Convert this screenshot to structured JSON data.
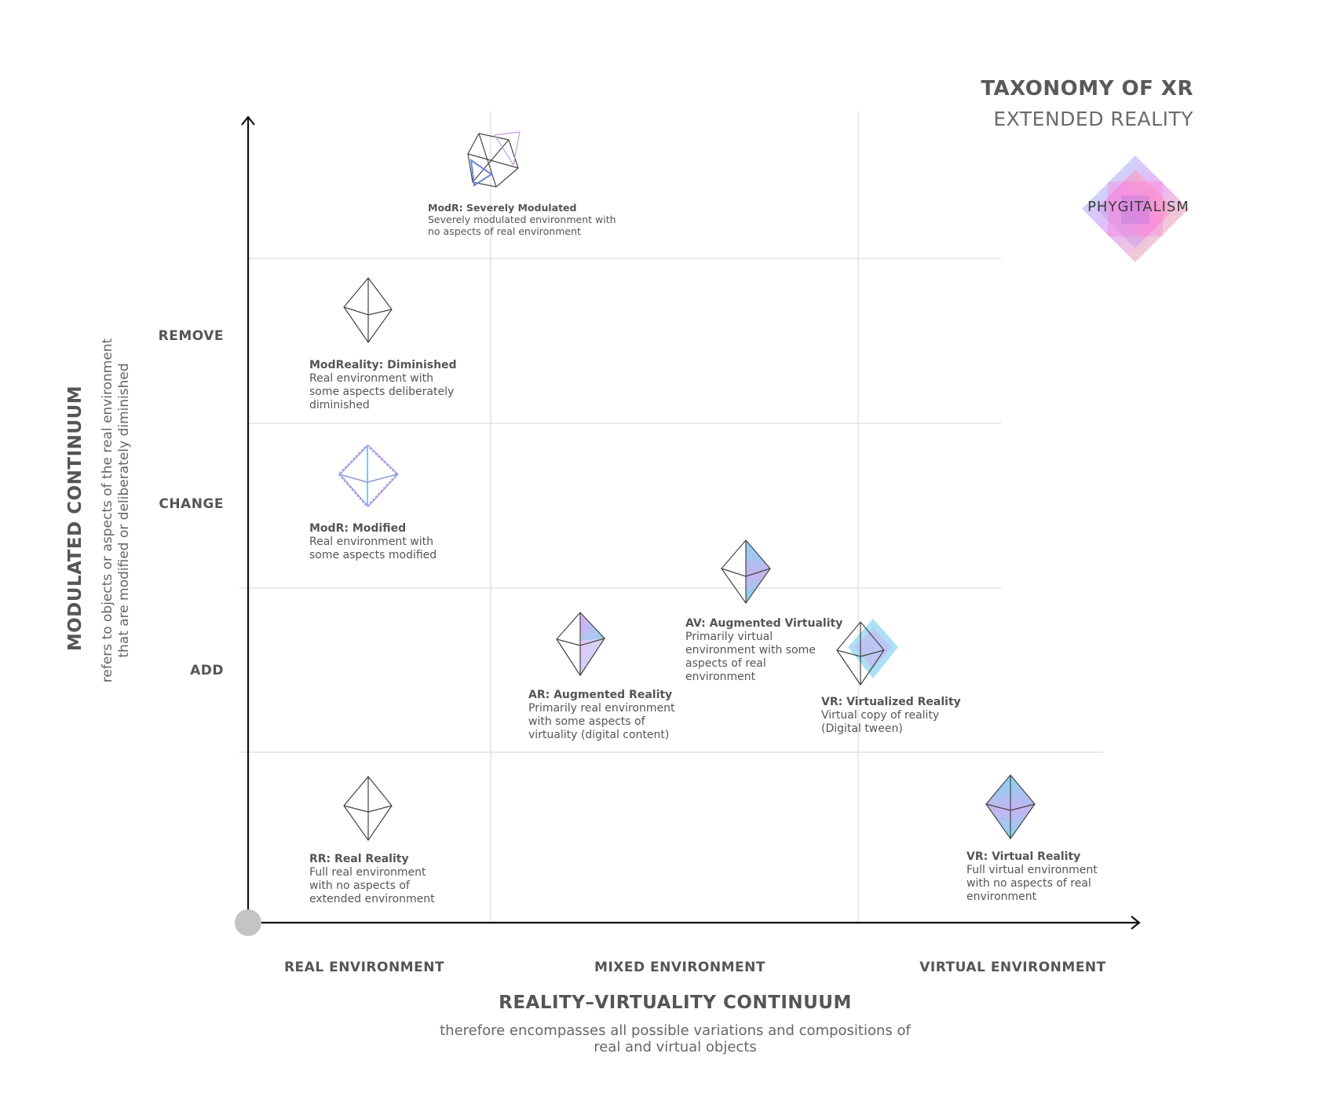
{
  "title": "TAXONOMY OF XR",
  "subtitle": "EXTENDED REALITY",
  "logo": {
    "text": "PHYGITALISM",
    "colors": [
      "#e8a6f5",
      "#7fd9f0",
      "#f5c98a",
      "#ff6fd8"
    ]
  },
  "y_axis": {
    "title": "MODULATED CONTINUUM",
    "description": "refers to objects or aspects of the real environment that are modified or deliberately diminished",
    "levels": [
      "REMOVE",
      "CHANGE",
      "ADD"
    ]
  },
  "x_axis": {
    "title": "REALITY–VIRTUALITY CONTINUUM",
    "description": "therefore encompasses all possible variations and compositions of real and virtual objects",
    "columns": [
      "REAL ENVIRONMENT",
      "MIXED ENVIRONMENT",
      "VIRTUAL ENVIRONMENT"
    ]
  },
  "items": [
    {
      "id": "severely-modulated",
      "title": "ModR: Severely Modulated",
      "description": "Severely modulated environment with\nno aspects of real environment",
      "icon": "broken-crystal-icon"
    },
    {
      "id": "diminished",
      "title": "ModReality: Diminished",
      "description": "Real environment with\nsome aspects deliberately\ndiminished",
      "icon": "half-crystal-icon"
    },
    {
      "id": "modified",
      "title": "ModR: Modified",
      "description": "Real environment with\nsome aspects modified",
      "icon": "glitch-crystal-icon"
    },
    {
      "id": "augmented-reality",
      "title": "AR: Augmented Reality",
      "description": "Primarily real environment\nwith some aspects of\nvirtuality (digital content)",
      "icon": "gradient-facet-crystal-icon"
    },
    {
      "id": "augmented-virtuality",
      "title": "AV: Augmented Virtuality",
      "description": "Primarily virtual\nenvironment with some\naspects of real\nenvironment",
      "icon": "half-gradient-crystal-icon"
    },
    {
      "id": "virtualized-reality",
      "title": "VR: Virtualized Reality",
      "description": " Virtual copy of reality\n(Digital tween)",
      "icon": "double-crystal-icon"
    },
    {
      "id": "real-reality",
      "title": "RR: Real Reality",
      "description": "Full real environment\nwith no aspects of\nextended environment",
      "icon": "outline-crystal-icon"
    },
    {
      "id": "virtual-reality",
      "title": "VR: Virtual Reality",
      "description": "Full virtual environment\nwith no aspects of real\nenvironment",
      "icon": "filled-gradient-crystal-icon"
    }
  ],
  "colors": {
    "axis": "#111111",
    "grid": "#dddddd",
    "gradient_cyan": "#7fd3ee",
    "gradient_pink": "#d9a6f0",
    "origin": "#c4c4c4"
  }
}
